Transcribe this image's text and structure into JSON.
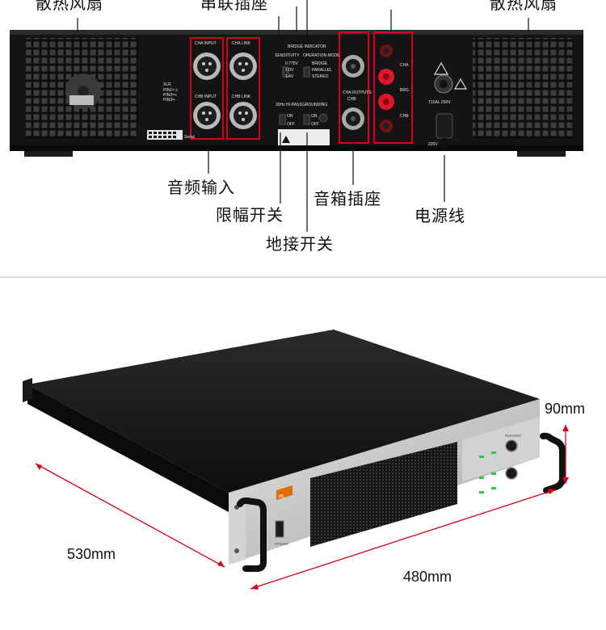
{
  "rear_callouts": {
    "fan_left": "散热风扇",
    "series_socket": "串联插座",
    "fan_right": "散热风扇",
    "audio_input": "音频输入",
    "limiter_switch": "限幅开关",
    "speaker_socket": "音箱插座",
    "power_cord": "电源线",
    "ground_switch": "地接开关"
  },
  "rear_panel_labels": {
    "cha_input": "CHA INPUT",
    "chb_input": "CHB INPUT",
    "cha_link": "CHA LINK",
    "chb_link": "CHB LINK",
    "xlr": "XLR",
    "pin_map": [
      "PIN1=⏚",
      "PIN2=+",
      "PIN3=-"
    ],
    "serial": "Serial",
    "bridge_indicator": "BRIDGE INDICATOR",
    "sensitivity": "SENSITIVITY",
    "sens_values": [
      "0.775V",
      "1.0V",
      "1.4V"
    ],
    "operation_mode": "OPERATION MODE",
    "mode_values": [
      "BRIDGE",
      "PARALLEL",
      "STEREO"
    ],
    "hi_pass": "30Hz HI-PASS",
    "grounding": "GROUNDING",
    "on": "ON",
    "off": "OFF",
    "cha_outputs": "CHA OUTPUTS",
    "chb": "CHB",
    "terminal_cha": "CHA",
    "terminal_brg": "BRG",
    "terminal_chb": "CHB",
    "fuse": "T15AL 250V",
    "voltage": "220V"
  },
  "dimensions": {
    "height": "90mm",
    "depth": "530mm",
    "width": "480mm"
  },
  "front_panel": {
    "brand": "JBL",
    "model": "RMA5900",
    "power_label": "POWER"
  },
  "colors": {
    "callout_red": "#d8001a",
    "chassis_black": "#151515",
    "panel_silver": "#c8c8c8",
    "led_green": "#2fc84a"
  }
}
